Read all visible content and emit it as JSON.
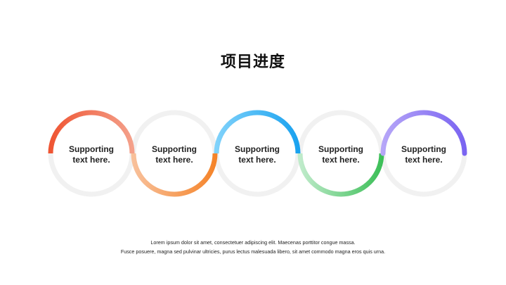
{
  "title": "项目进度",
  "steps": [
    {
      "text": "Supporting text here.",
      "line1": "Supporting",
      "line2": "text here.",
      "arc": "top",
      "color_start": "#ef5533",
      "color_end": "#f4a08a"
    },
    {
      "text": "Supporting text here.",
      "line1": "Supporting",
      "line2": "text here.",
      "arc": "bottom",
      "color_start": "#f8c09a",
      "color_end": "#f5842a"
    },
    {
      "text": "Supporting text here.",
      "line1": "Supporting",
      "line2": "text here.",
      "arc": "top",
      "color_start": "#80d2fb",
      "color_end": "#1aa2ef"
    },
    {
      "text": "Supporting text here.",
      "line1": "Supporting",
      "line2": "text here.",
      "arc": "bottom",
      "color_start": "#c0ebcb",
      "color_end": "#3cbf58"
    },
    {
      "text": "Supporting text here.",
      "line1": "Supporting",
      "line2": "text here.",
      "arc": "top",
      "color_start": "#b6a6f8",
      "color_end": "#7a64f1"
    }
  ],
  "ring_color": "#f1f1f1",
  "footer": {
    "line1": "Lorem ipsum dolor sit amet, consectetuer adipiscing elit. Maecenas porttitor congue massa.",
    "line2": "Fusce posuere, magna sed pulvinar ultricies, purus lectus malesuada libero, sit amet commodo magna eros quis urna."
  }
}
